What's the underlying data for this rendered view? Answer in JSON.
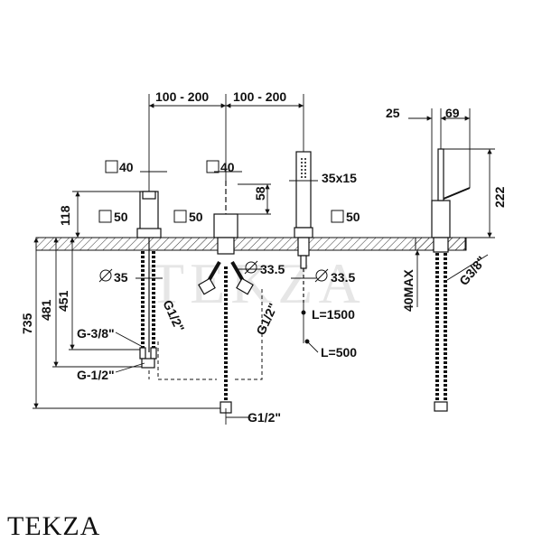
{
  "dimensions": {
    "spacing_left": "100 - 200",
    "spacing_right": "100 - 200",
    "sq40_left": "40",
    "sq40_mid": "40",
    "handshower": "35x15",
    "h58": "58",
    "h118": "118",
    "sq50_left": "50",
    "sq50_mid": "50",
    "sq50_right": "50",
    "dia35": "35",
    "dia33_5_mid": "33.5",
    "dia33_5_right": "33.5",
    "h735": "735",
    "h481": "481",
    "h451": "451",
    "g1_2_a": "G1/2\"",
    "g1_2_b": "G1/2\"",
    "g3_8": "G-3/8\"",
    "g_1_2": "G-1/2\"",
    "g1_2_bottom": "G1/2\"",
    "l1500": "L=1500",
    "l500": "L=500",
    "side_25": "25",
    "side_69": "69",
    "side_222": "222",
    "side_40max": "40MAX",
    "side_g3_8": "G3/8\""
  },
  "brand": {
    "name": "TEKZA",
    "watermark": "TEKZA"
  },
  "colors": {
    "line": "#111111",
    "hatch": "#333333",
    "watermark": "#c8c8c8"
  }
}
